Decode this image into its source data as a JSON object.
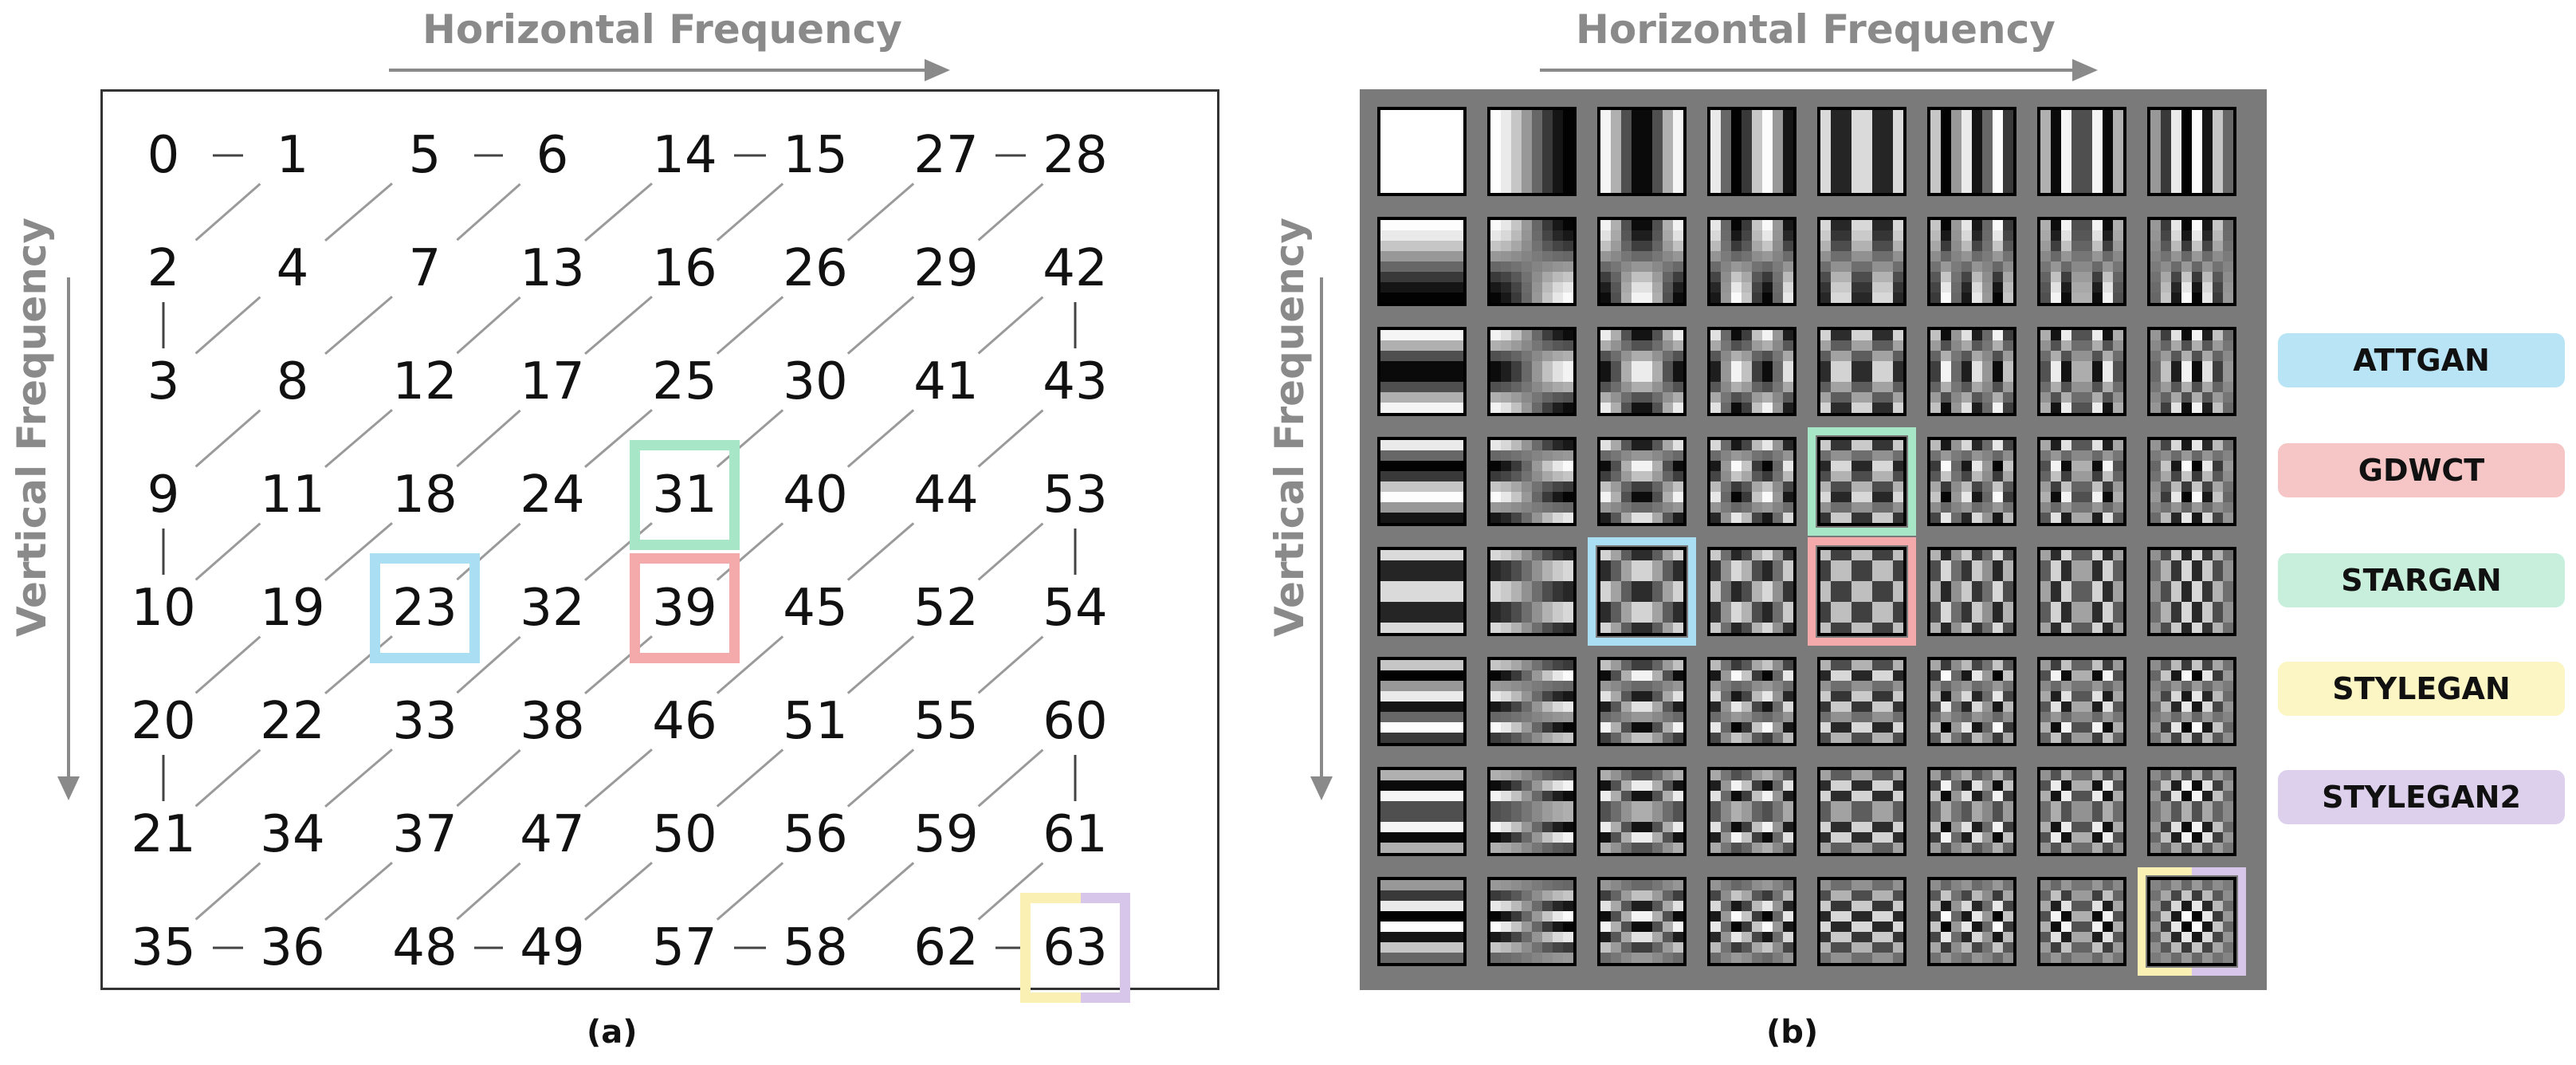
{
  "panel_a": {
    "horizontal_label": "Horizontal Frequency",
    "vertical_label": "Vertical Frequency",
    "caption": "(a)",
    "grid": [
      [
        0,
        1,
        5,
        6,
        14,
        15,
        27,
        28
      ],
      [
        2,
        4,
        7,
        13,
        16,
        26,
        29,
        42
      ],
      [
        3,
        8,
        12,
        17,
        25,
        30,
        41,
        43
      ],
      [
        9,
        11,
        18,
        24,
        31,
        40,
        44,
        53
      ],
      [
        10,
        19,
        23,
        32,
        39,
        45,
        52,
        54
      ],
      [
        20,
        22,
        33,
        38,
        46,
        51,
        55,
        60
      ],
      [
        21,
        34,
        37,
        47,
        50,
        56,
        59,
        61
      ],
      [
        35,
        36,
        48,
        49,
        57,
        58,
        62,
        63
      ]
    ]
  },
  "panel_b": {
    "horizontal_label": "Horizontal Frequency",
    "vertical_label": "Vertical Frequency",
    "caption": "(b)"
  },
  "legend": [
    {
      "name": "ATTGAN",
      "color": "#b8e4f5"
    },
    {
      "name": "GDWCT",
      "color": "#f6c6c6"
    },
    {
      "name": "STARGAN",
      "color": "#c8efdc"
    },
    {
      "name": "STYLEGAN",
      "color": "#fcf5c4"
    },
    {
      "name": "STYLEGAN2",
      "color": "#ddd0ec"
    }
  ],
  "highlights": [
    {
      "row": 4,
      "col": 2,
      "color": "#a9def3"
    },
    {
      "row": 4,
      "col": 4,
      "color": "#f4aaaa"
    },
    {
      "row": 3,
      "col": 4,
      "color": "#a7e6c7"
    },
    {
      "row": 7,
      "col": 7,
      "split": [
        "#fbf0b4",
        "#d8c6ea"
      ]
    }
  ]
}
